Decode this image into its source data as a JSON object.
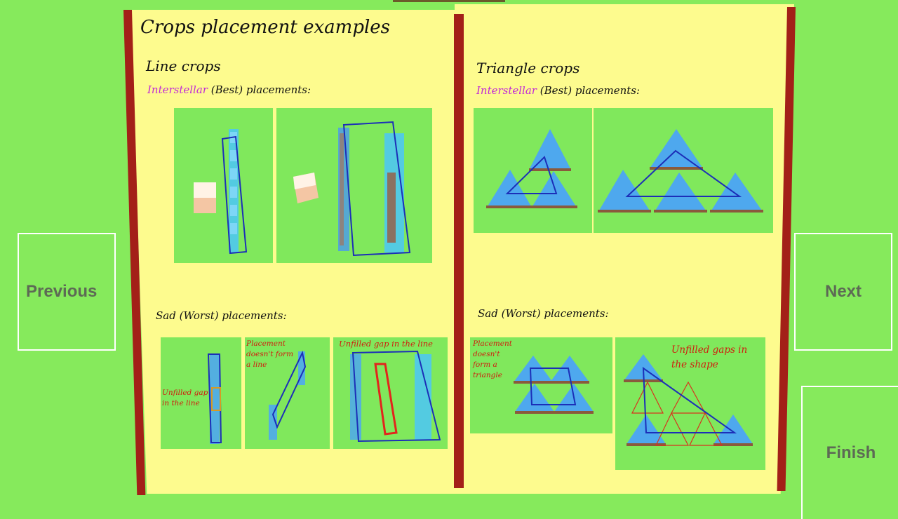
{
  "book": {
    "title": "Crops placement examples",
    "left": {
      "heading": "Line crops",
      "best_word": "Interstellar",
      "best_rest": " (Best) placements:",
      "worst": "Sad (Worst) placements:",
      "notes": {
        "gap": "Unfilled gap in the line",
        "noline": "Placement doesn't form a line",
        "gap_top": "Unfilled gap in the line"
      }
    },
    "right": {
      "heading": "Triangle crops",
      "best_word": "Interstellar",
      "best_rest": " (Best) placements:",
      "worst": "Sad (Worst) placements:",
      "notes": {
        "notri": "Placement doesn't form a triangle",
        "gaps": "Unfilled gaps in the shape"
      }
    }
  },
  "nav": {
    "previous": "Previous",
    "next": "Next",
    "finish": "Finish"
  },
  "colors": {
    "background": "#86ea5c",
    "page": "#fdfb8e",
    "spine": "#a32018",
    "highlight": "#c22ad6",
    "warning": "#d01d0e",
    "outline_good": "#1c2fb8"
  },
  "icons": [
    "crop-line-image",
    "crop-triangle-image"
  ]
}
